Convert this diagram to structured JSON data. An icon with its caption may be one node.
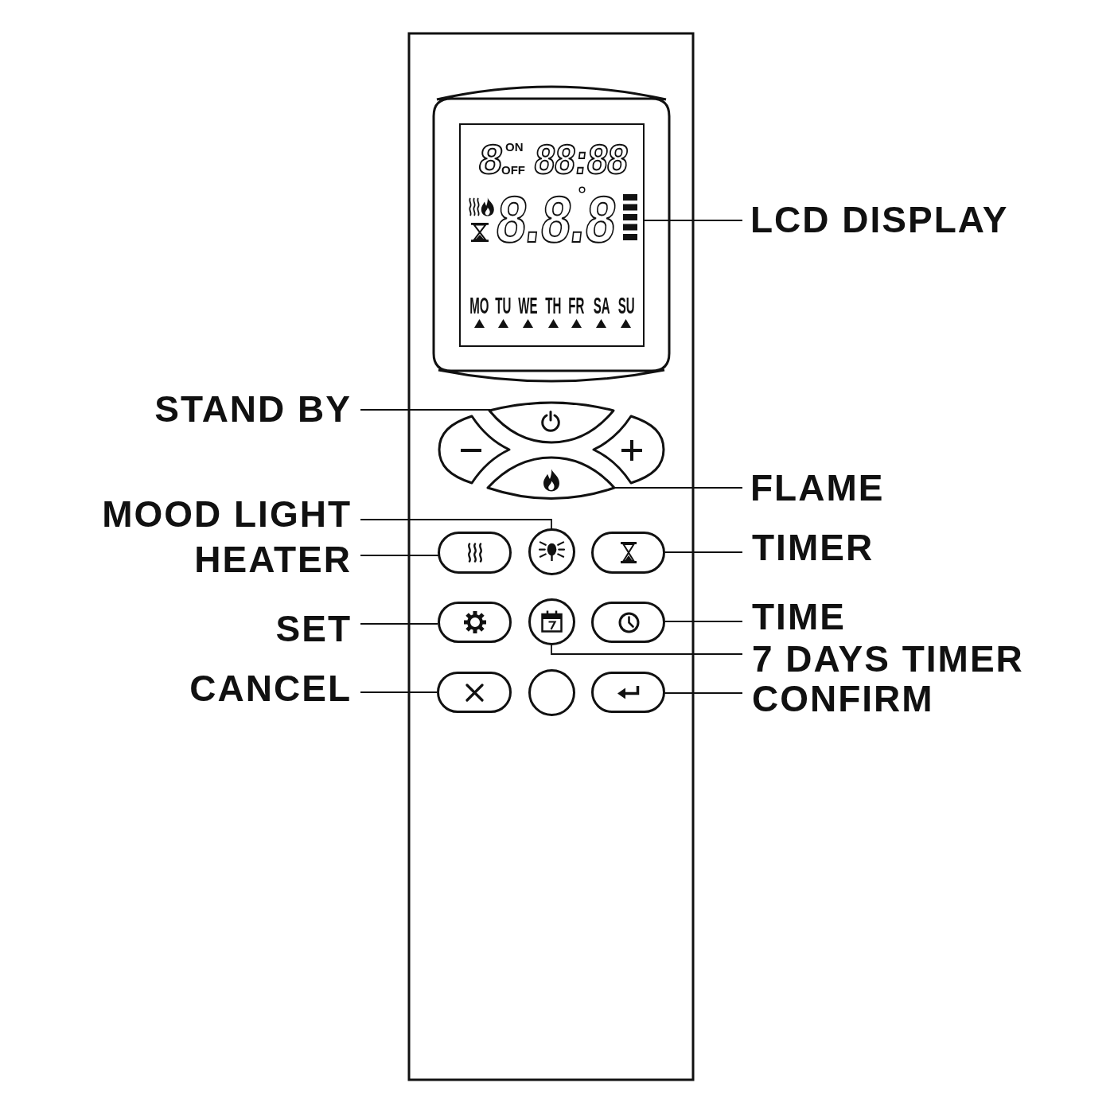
{
  "diagram": {
    "nodes": [
      {
        "text": [
          "8",
          "ON",
          "OFF",
          "88:88",
          "8.8.8",
          "MO",
          "TU",
          "WE",
          "TH",
          "FR",
          "SA",
          "SU"
        ]
      },
      {
        "text": [
          "LCD DISPLAY"
        ]
      },
      {
        "text": [
          "STAND BY"
        ]
      },
      {
        "text": [],
        "shape": "arc"
      },
      {
        "text": [],
        "shape": "arc"
      },
      {
        "text": [],
        "shape": "arc"
      },
      {
        "text": [],
        "shape": "arc"
      },
      {
        "text": [
          "FLAME"
        ]
      },
      {
        "text": [
          "MOOD LIGHT"
        ]
      },
      {
        "text": [
          "HEATER"
        ]
      },
      {
        "text": [],
        "shape": "pill"
      },
      {
        "text": [],
        "shape": "circle"
      },
      {
        "text": [],
        "shape": "pill"
      },
      {
        "text": [
          "TIMER"
        ]
      },
      {
        "text": [
          "SET"
        ]
      },
      {
        "text": [],
        "shape": "pill"
      },
      {
        "text": [],
        "shape": "circle"
      },
      {
        "text": [],
        "shape": "pill"
      },
      {
        "text": [
          "TIME"
        ]
      },
      {
        "text": [
          "7 DAYS TIMER"
        ]
      },
      {
        "text": [
          "CANCEL"
        ]
      },
      {
        "text": [],
        "shape": "pill"
      },
      {
        "text": [],
        "shape": "circle"
      },
      {
        "text": [],
        "shape": "pill"
      },
      {
        "text": [
          "CONFIRM"
        ]
      }
    ],
    "edges": [
      {
        "from": 1,
        "to": 0,
        "arrow": "none"
      },
      {
        "from": 2,
        "to": 3,
        "arrow": "none"
      },
      {
        "from": 7,
        "to": 6,
        "arrow": "none"
      },
      {
        "from": 8,
        "to": 11,
        "arrow": "none"
      },
      {
        "from": 9,
        "to": 10,
        "arrow": "none"
      },
      {
        "from": 13,
        "to": 12,
        "arrow": "none"
      },
      {
        "from": 14,
        "to": 15,
        "arrow": "none"
      },
      {
        "from": 18,
        "to": 17,
        "arrow": "none"
      },
      {
        "from": 19,
        "to": 16,
        "arrow": "none"
      },
      {
        "from": 20,
        "to": 21,
        "arrow": "none"
      },
      {
        "from": 24,
        "to": 23,
        "arrow": "none"
      }
    ]
  }
}
